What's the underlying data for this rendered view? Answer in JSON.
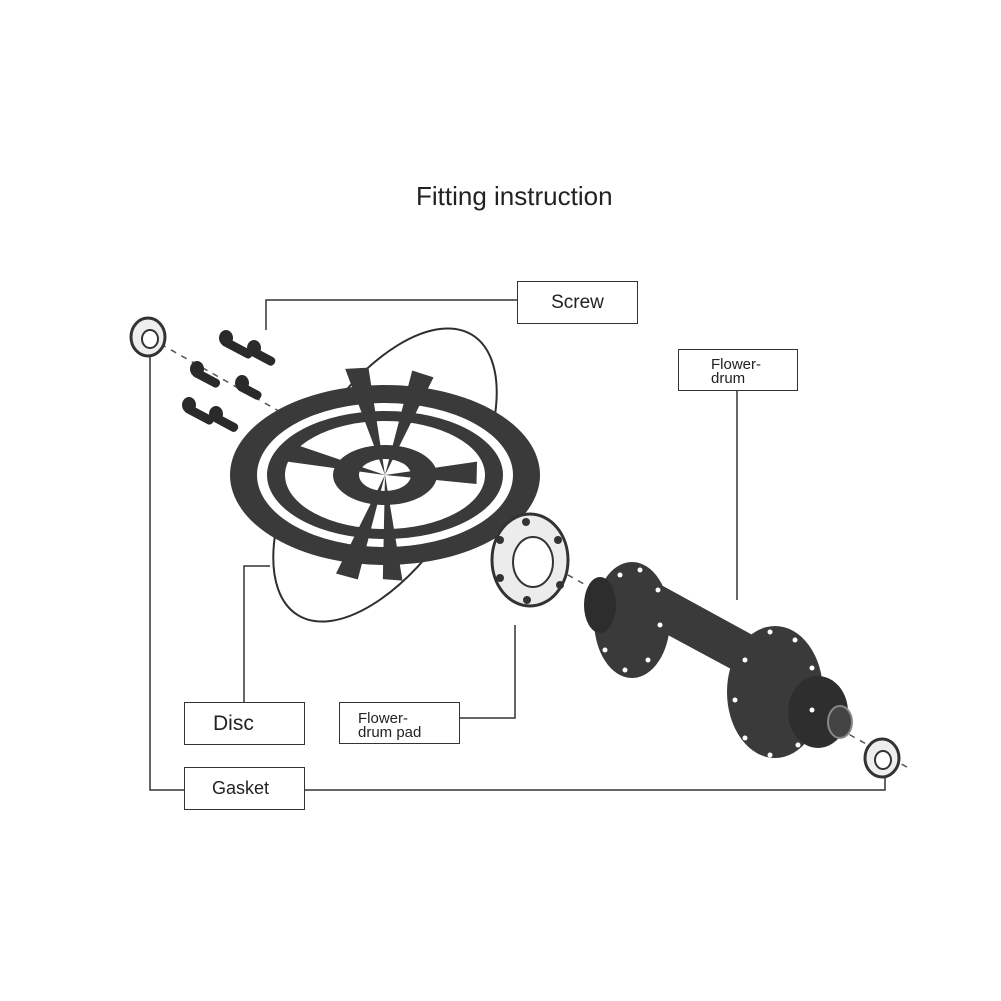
{
  "title": "Fitting instruction",
  "labels": {
    "screw": "Screw",
    "flower_drum_line1": "Flower-",
    "flower_drum_line2": "drum",
    "disc": "Disc",
    "flower_drum_pad_line1": "Flower-",
    "flower_drum_pad_line2": "drum pad",
    "gasket": "Gasket"
  },
  "colors": {
    "part_fill": "#3a3a3a",
    "line": "#333333",
    "background": "#ffffff"
  }
}
